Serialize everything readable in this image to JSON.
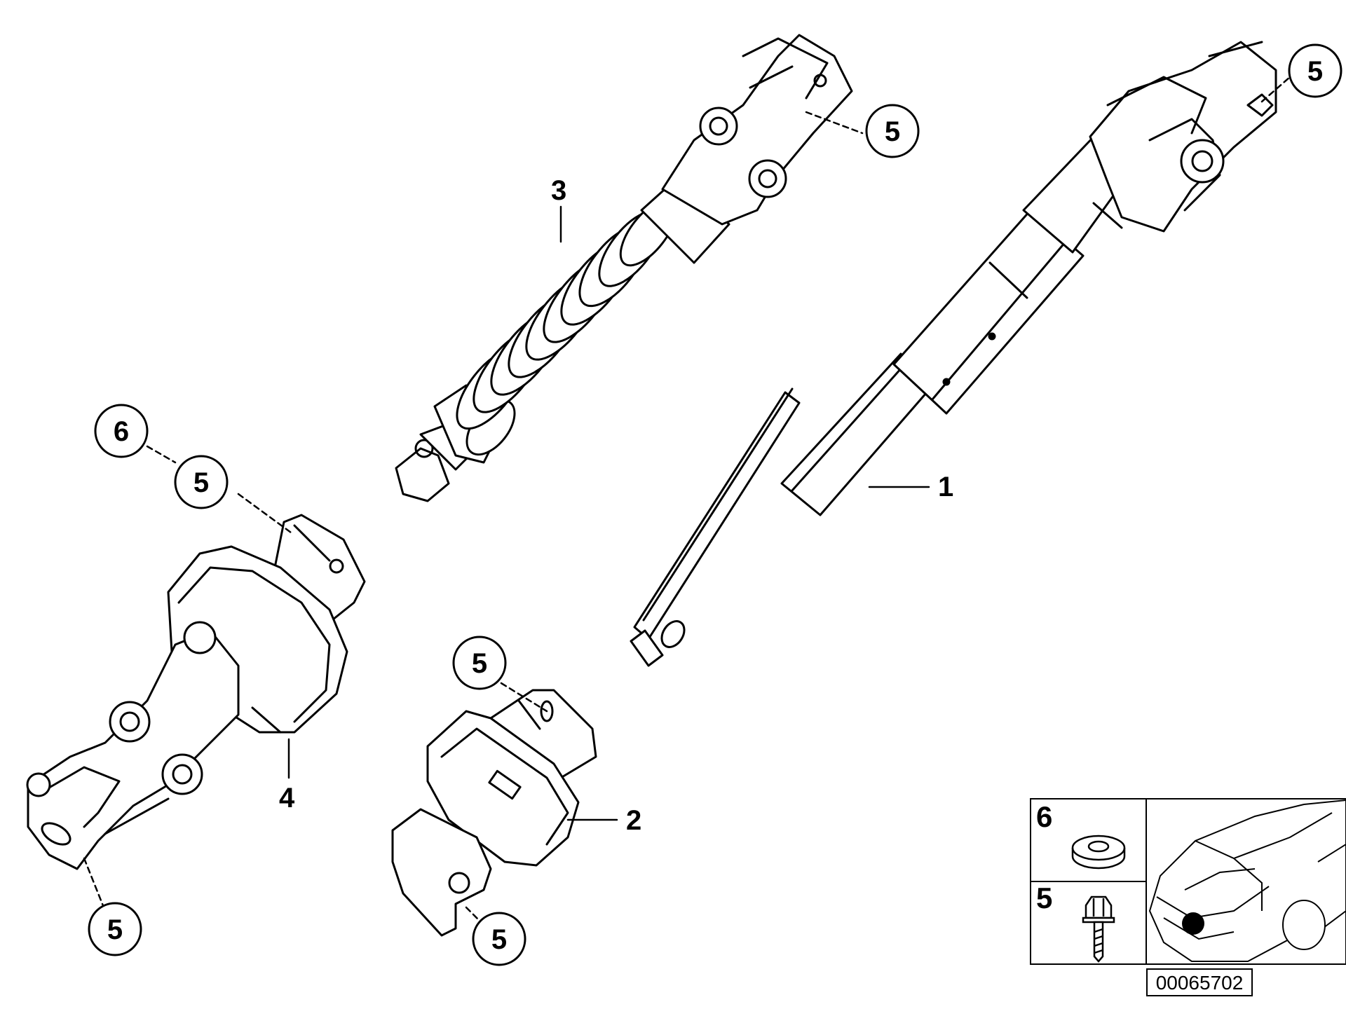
{
  "callouts": {
    "c1": "1",
    "c2": "2",
    "c3": "3",
    "c4": "4",
    "c5_top_mid": "5",
    "c5_top_right": "5",
    "c5_left_upper": "5",
    "c6_left": "6",
    "c5_joint2_top": "5",
    "c5_joint2_bottom": "5",
    "c5_left_bottom": "5"
  },
  "legend": {
    "item6": "6",
    "item5": "5"
  },
  "diagram_id": "00065702"
}
